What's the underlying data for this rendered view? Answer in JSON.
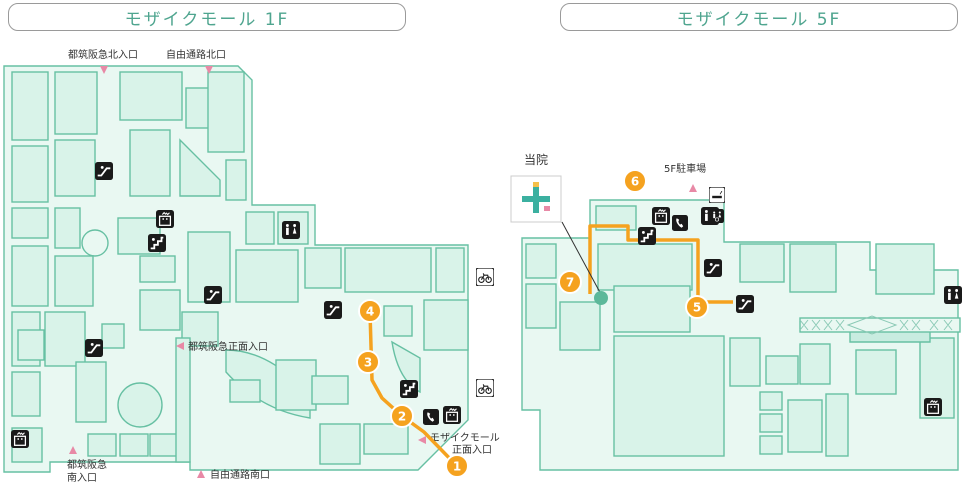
{
  "maps": {
    "floor1": {
      "title": "モザイクモール 1F"
    },
    "floor5": {
      "title": "モザイクモール 5F"
    }
  },
  "labels": {
    "hankyu_north": "都筑阪急北入口",
    "free_north": "自由通路北口",
    "hankyu_front": "都筑阪急正面入口",
    "hankyu_south_1": "都筑阪急",
    "hankyu_south_2": "南入口",
    "free_south": "自由通路南口",
    "mosaic_front_1": "モザイクモール",
    "mosaic_front_2": "正面入口",
    "clinic": "当院",
    "parking": "5F駐車場"
  },
  "route_steps": [
    "1",
    "2",
    "3",
    "4",
    "5",
    "6",
    "7"
  ],
  "colors": {
    "floor_fill": "#d9f3e9",
    "wall": "#67c0a3",
    "route": "#f5a21f",
    "marker": "#f5a21f",
    "entrance": "#e889a6",
    "clinic_dot": "#5db89a",
    "title_text": "#4fa58f"
  },
  "icons": [
    "escalator-icon",
    "elevator-icon",
    "stairs-icon",
    "restroom-icon",
    "bicycle-icon",
    "telephone-icon",
    "smoking-icon",
    "accessible-restroom-icon"
  ]
}
